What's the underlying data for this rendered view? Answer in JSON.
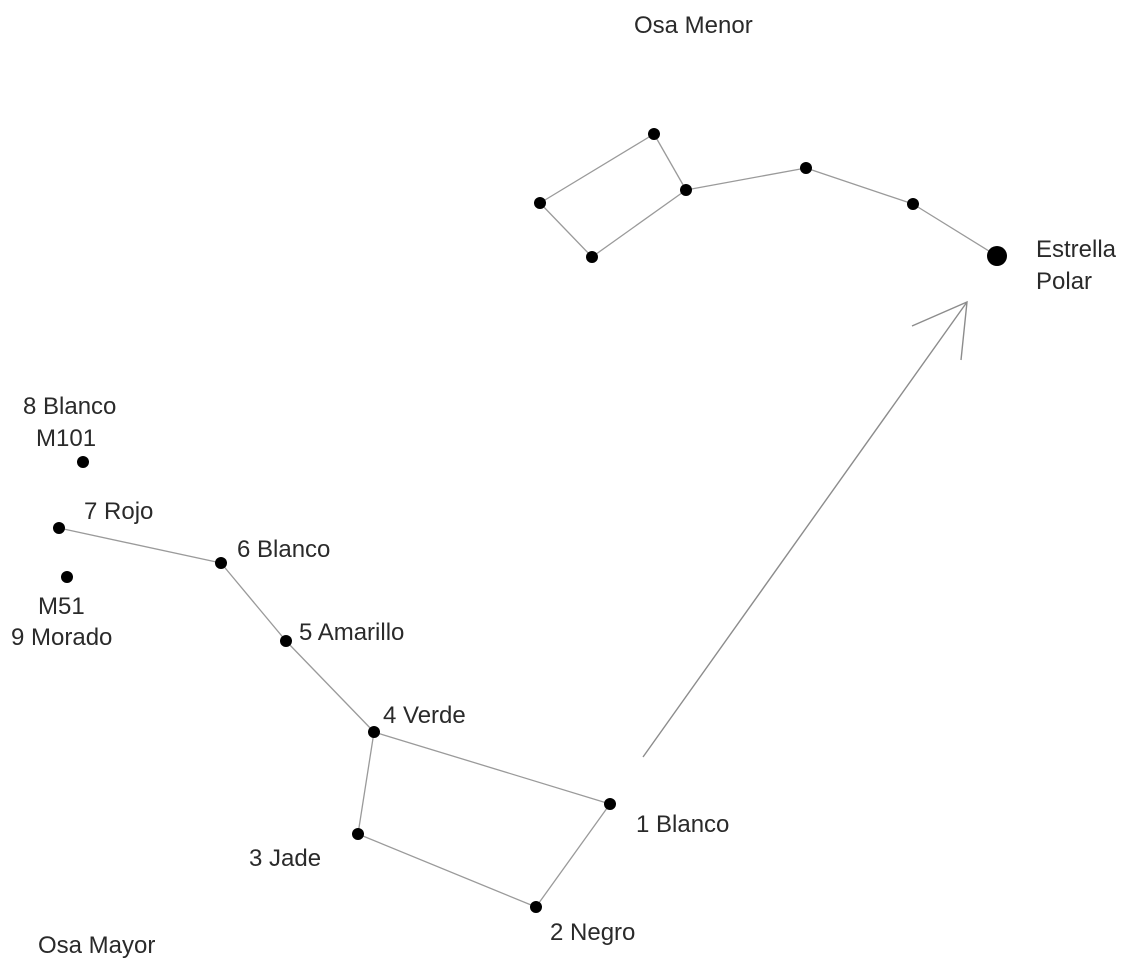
{
  "constellations": {
    "little_dipper_title": "Osa Menor",
    "big_dipper_title": "Osa Mayor"
  },
  "polaris": {
    "line1": "Estrella",
    "line2": "Polar"
  },
  "big_dipper_stars": [
    {
      "label": "1 Blanco"
    },
    {
      "label": "2 Negro"
    },
    {
      "label": "3 Jade"
    },
    {
      "label": "4 Verde"
    },
    {
      "label": "5 Amarillo"
    },
    {
      "label": "6 Blanco"
    },
    {
      "label": "7 Rojo"
    }
  ],
  "deep_sky_objects": [
    {
      "line1": "8 Blanco",
      "line2": "M101"
    },
    {
      "line1": "M51",
      "line2": "9 Morado"
    }
  ],
  "colors": {
    "star": "#000000",
    "line": "#9a9a9a",
    "text": "#2a2a2a"
  }
}
